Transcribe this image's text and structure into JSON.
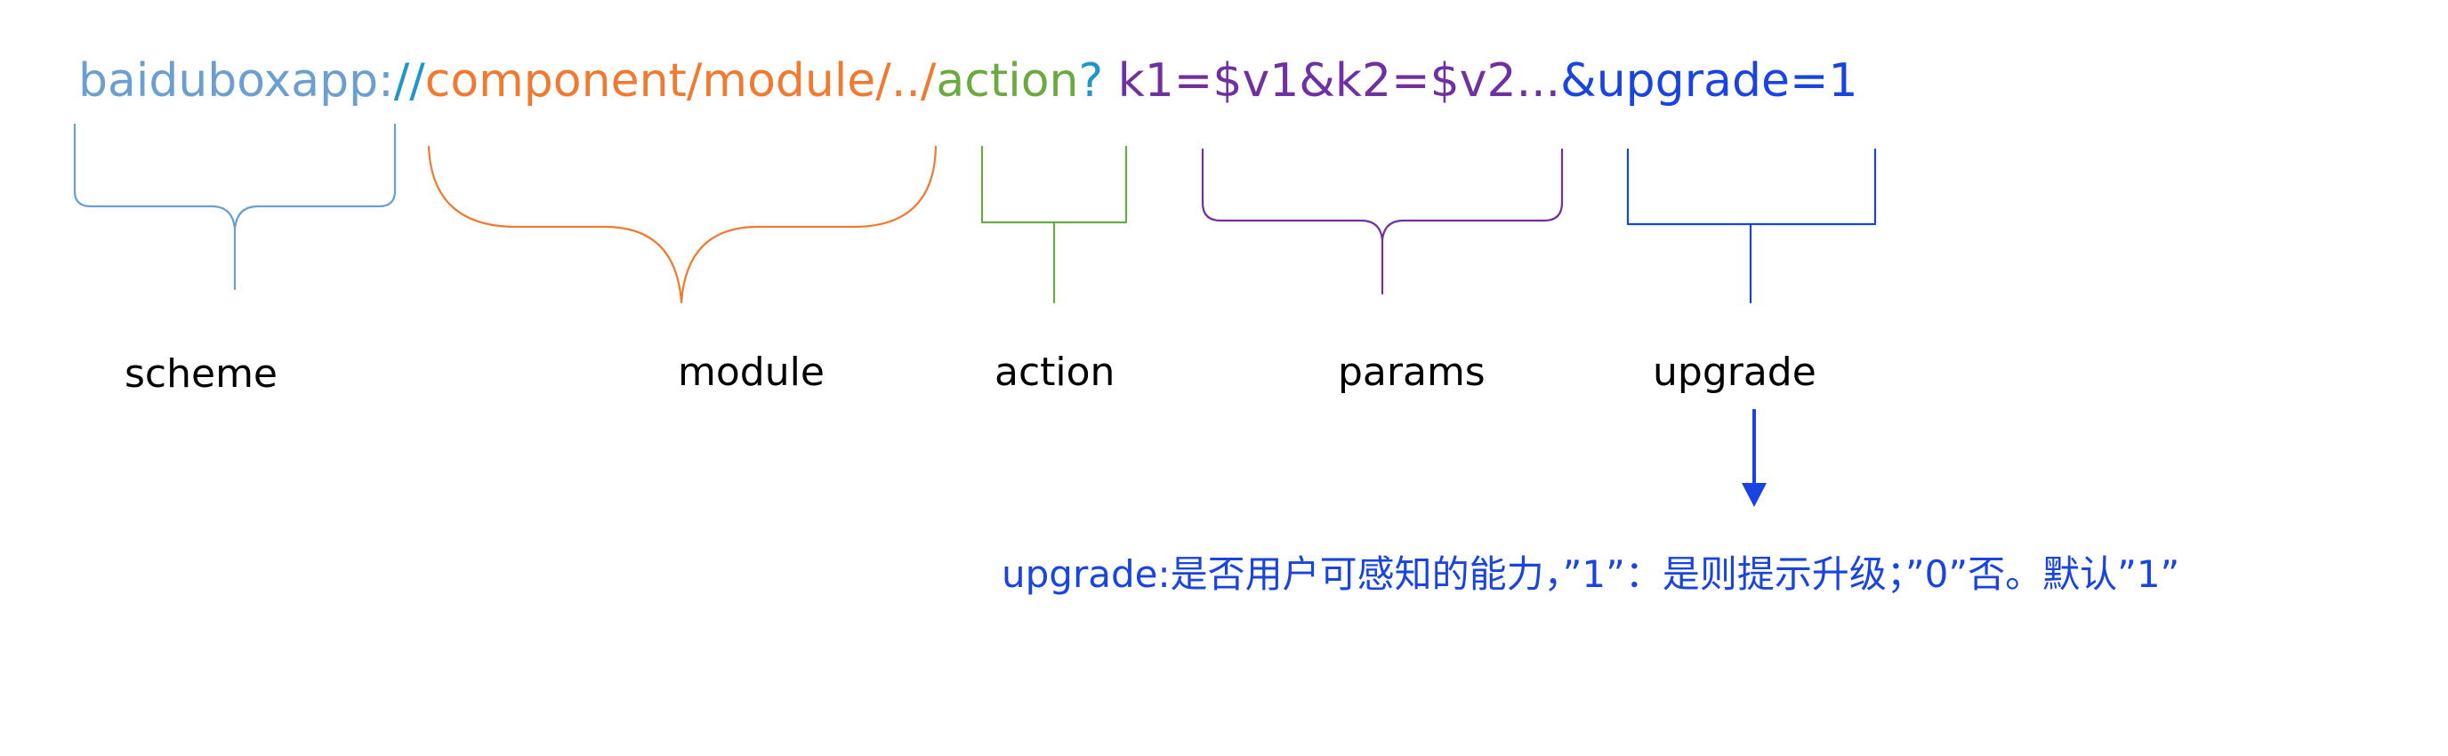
{
  "colors": {
    "scheme": "#6a9fd0",
    "separator": "#2196c8",
    "module": "#f07a30",
    "action": "#6aaa3e",
    "question": "#2196c8",
    "params": "#7030a0",
    "upgrade": "#1a44e0",
    "label": "#000000"
  },
  "url": {
    "scheme": "baiduboxapp:",
    "separator": "//",
    "module": "component/module/../",
    "action": "action",
    "question": "? ",
    "params": "k1=$v1&k2=$v2...",
    "upgrade": "&upgrade=1"
  },
  "labels": {
    "scheme": "scheme",
    "module": "module",
    "action": "action",
    "params": "params",
    "upgrade": "upgrade"
  },
  "note": {
    "text": "upgrade:是否用户可感知的能力，”1”：是则提示升级；”0”否。默认”1”"
  }
}
